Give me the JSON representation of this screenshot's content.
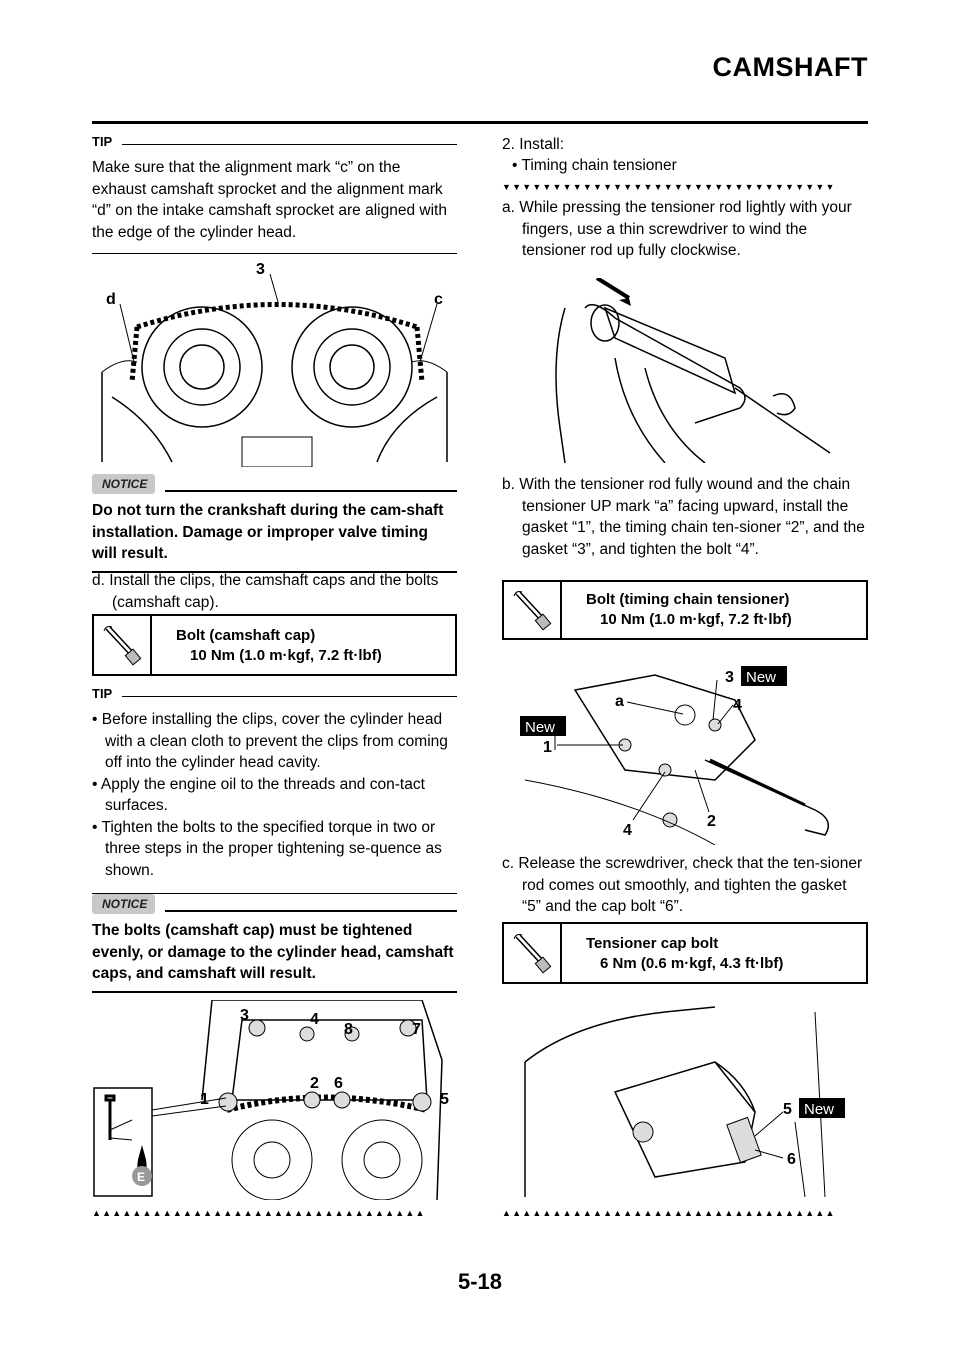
{
  "header": {
    "title": "CAMSHAFT"
  },
  "left": {
    "tip1": {
      "label": "TIP",
      "text": "Make sure that the alignment mark “c” on the exhaust camshaft sprocket and the alignment mark “d” on the intake camshaft sprocket are aligned with the edge of the cylinder head."
    },
    "fig1": {
      "callouts": [
        "3",
        "d",
        "c"
      ]
    },
    "notice1": {
      "label": "NOTICE",
      "text": "Do not turn the crankshaft during the cam-shaft installation. Damage or improper valve timing will result."
    },
    "step_d": "d. Install the clips, the camshaft caps and the bolts (camshaft cap).",
    "torque1": {
      "name": "Bolt (camshaft cap)",
      "value": "10 Nm (1.0 m·kgf, 7.2 ft·lbf)"
    },
    "tip2": {
      "label": "TIP",
      "items": [
        "• Before installing the clips, cover the cylinder head with a clean cloth to prevent the clips from coming off into the cylinder head cavity.",
        "• Apply the engine oil to the threads and con-tact surfaces.",
        "• Tighten the bolts to the specified torque in two or three steps in the proper tightening se-quence as shown."
      ]
    },
    "notice2": {
      "label": "NOTICE",
      "text": "The bolts (camshaft cap) must be tightened evenly, or damage to the cylinder head, camshaft caps, and camshaft will result."
    },
    "fig2": {
      "callouts": [
        "3",
        "4",
        "8",
        "7",
        "1",
        "2",
        "6",
        "5"
      ],
      "oil_mark": "E"
    }
  },
  "right": {
    "step2": "2. Install:",
    "step2_item": "• Timing chain tensioner",
    "step_a": "a. While pressing the tensioner rod lightly with your fingers, use a thin screwdriver to wind the tensioner rod up fully clockwise.",
    "step_b": "b. With the tensioner rod fully wound and the chain tensioner UP mark “a” facing upward, install the gasket “1”, the timing chain ten-sioner “2”, and the gasket “3”, and tighten the bolt “4”.",
    "torque2": {
      "name": "Bolt (timing chain tensioner)",
      "value": "10 Nm (1.0 m·kgf, 7.2 ft·lbf)"
    },
    "fig4": {
      "callouts": [
        "3",
        "a",
        "4",
        "1",
        "4",
        "2"
      ],
      "new_label": "New"
    },
    "step_c": "c. Release the screwdriver, check that the ten-sioner rod comes out smoothly, and tighten the gasket “5” and the cap bolt “6”.",
    "torque3": {
      "name": "Tensioner cap bolt",
      "value": "6 Nm (0.6 m·kgf, 4.3 ft·lbf)"
    },
    "fig5": {
      "callouts": [
        "5",
        "6"
      ],
      "new_label": "New"
    }
  },
  "markers": {
    "down": "▼▼▼▼▼▼▼▼▼▼▼▼▼▼▼▼▼▼▼▼▼▼▼▼▼▼▼▼▼▼▼▼▼",
    "up": "▲▲▲▲▲▲▲▲▲▲▲▲▲▲▲▲▲▲▲▲▲▲▲▲▲▲▲▲▲▲▲▲▲"
  },
  "footer": {
    "page": "5-18"
  },
  "icons": [
    "torque-wrench-icon",
    "notice-icon",
    "oil-drop-icon"
  ]
}
